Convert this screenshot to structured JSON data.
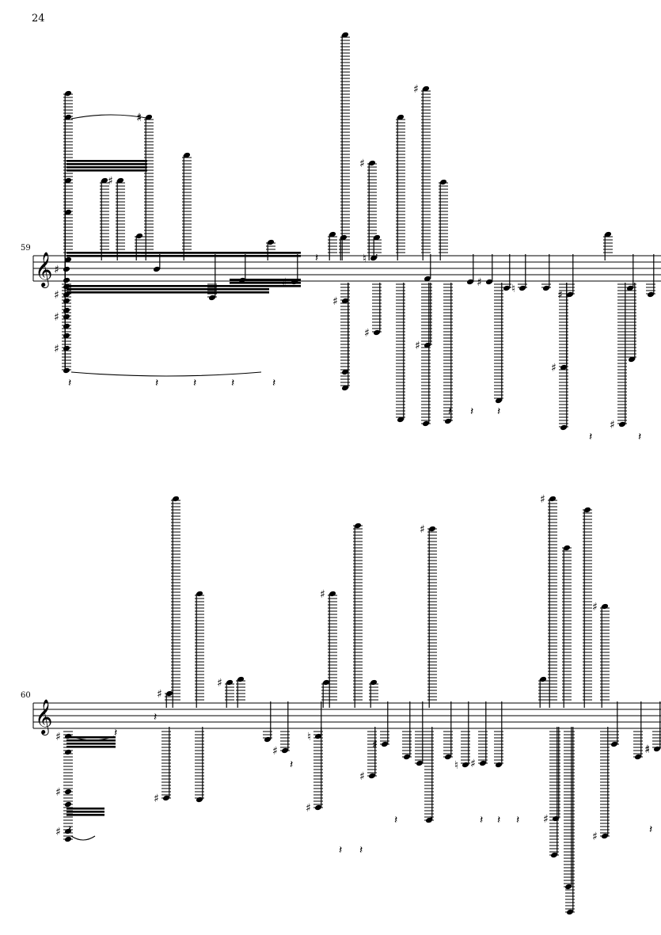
{
  "page": {
    "page_number": "24"
  },
  "systems": [
    {
      "measure_number": "59"
    },
    {
      "measure_number": "60"
    }
  ],
  "icons": {
    "clef": "treble-clef-icon",
    "sharp": "sharp-icon",
    "natural": "natural-icon",
    "rest": "quarter-rest-icon"
  }
}
